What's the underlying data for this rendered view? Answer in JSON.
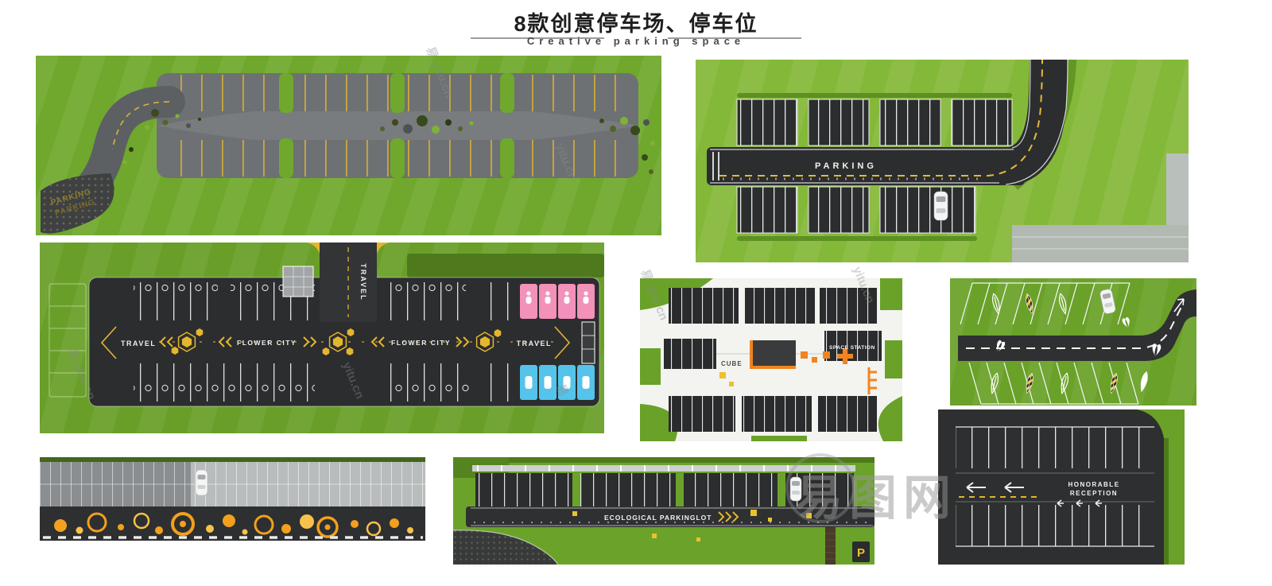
{
  "header": {
    "title": "8款创意停车场、停车位",
    "subtitle": "Creative parking space"
  },
  "watermark": {
    "brand": "易图网",
    "domain": "yitu.cn",
    "char": "易"
  },
  "colors": {
    "grass": "#6FA82C",
    "grass_bright": "#84B838",
    "grass_dark": "#4E7A1C",
    "asphalt_dark": "#2C2D2F",
    "asphalt_mid": "#6E7173",
    "line_yellow": "#E4B62E",
    "accent_orange": "#F08420",
    "stall_pink": "#F291BA",
    "stall_blue": "#55C3EA",
    "bubble_orange": "#F2A01D"
  },
  "panels": {
    "p1": {
      "label_parking": "PARKING"
    },
    "p2": {
      "label_parking": "PARKING"
    },
    "p3": {
      "label_travel_left": "TRAVEL",
      "label_travel_right": "TRAVEL",
      "label_travel_vertical": "TRAVEL",
      "label_flower_city_1": "FLOWER CITY",
      "label_flower_city_2": "FLOWER CITY"
    },
    "p4": {
      "label_cube": "CUBE",
      "label_space_station": "SPACE STATION"
    },
    "p7": {
      "label_eco": "ECOLOGICAL PARKINGLOT",
      "label_p": "P"
    },
    "p8": {
      "label_line1": "HONORABLE",
      "label_line2": "RECEPTION"
    }
  }
}
